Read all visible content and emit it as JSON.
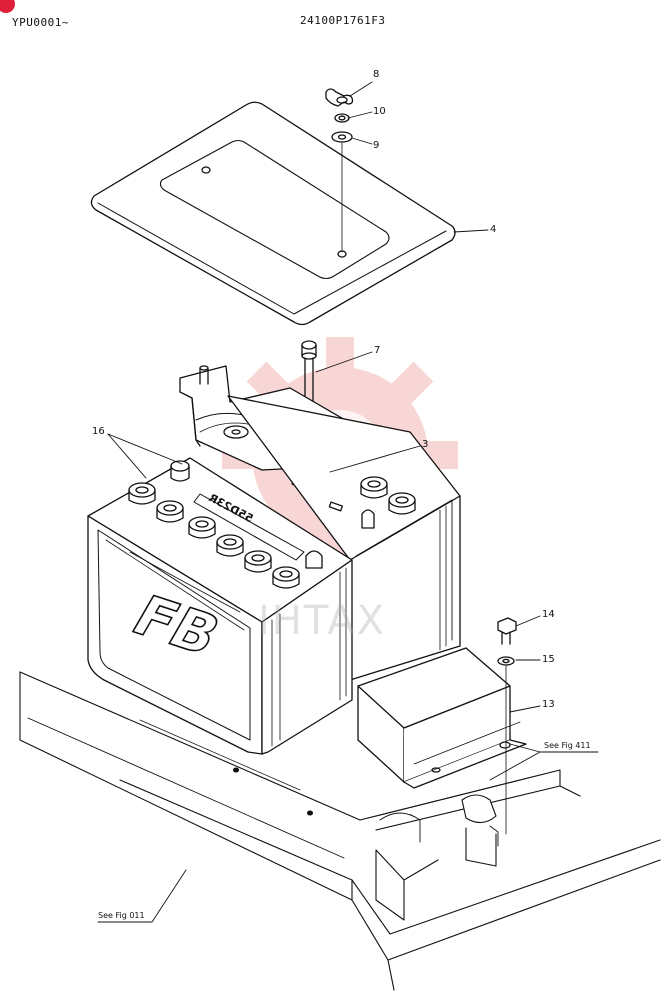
{
  "header": {
    "model_code": "YPU0001~",
    "figure_code": "24100P1761F3"
  },
  "callouts": [
    {
      "id": "8",
      "label": "8"
    },
    {
      "id": "10",
      "label": "10"
    },
    {
      "id": "9",
      "label": "9"
    },
    {
      "id": "4",
      "label": "4"
    },
    {
      "id": "7",
      "label": "7"
    },
    {
      "id": "16",
      "label": "16"
    },
    {
      "id": "3",
      "label": "3"
    },
    {
      "id": "14",
      "label": "14"
    },
    {
      "id": "15",
      "label": "15"
    },
    {
      "id": "13",
      "label": "13"
    }
  ],
  "references": {
    "fig_411": "See Fig 411",
    "fig_011": "See Fig 011"
  },
  "battery": {
    "brand": "FB",
    "side_label": "55D23R"
  },
  "watermark": {
    "text": "IHTAX",
    "color": "#f2a0a0"
  }
}
